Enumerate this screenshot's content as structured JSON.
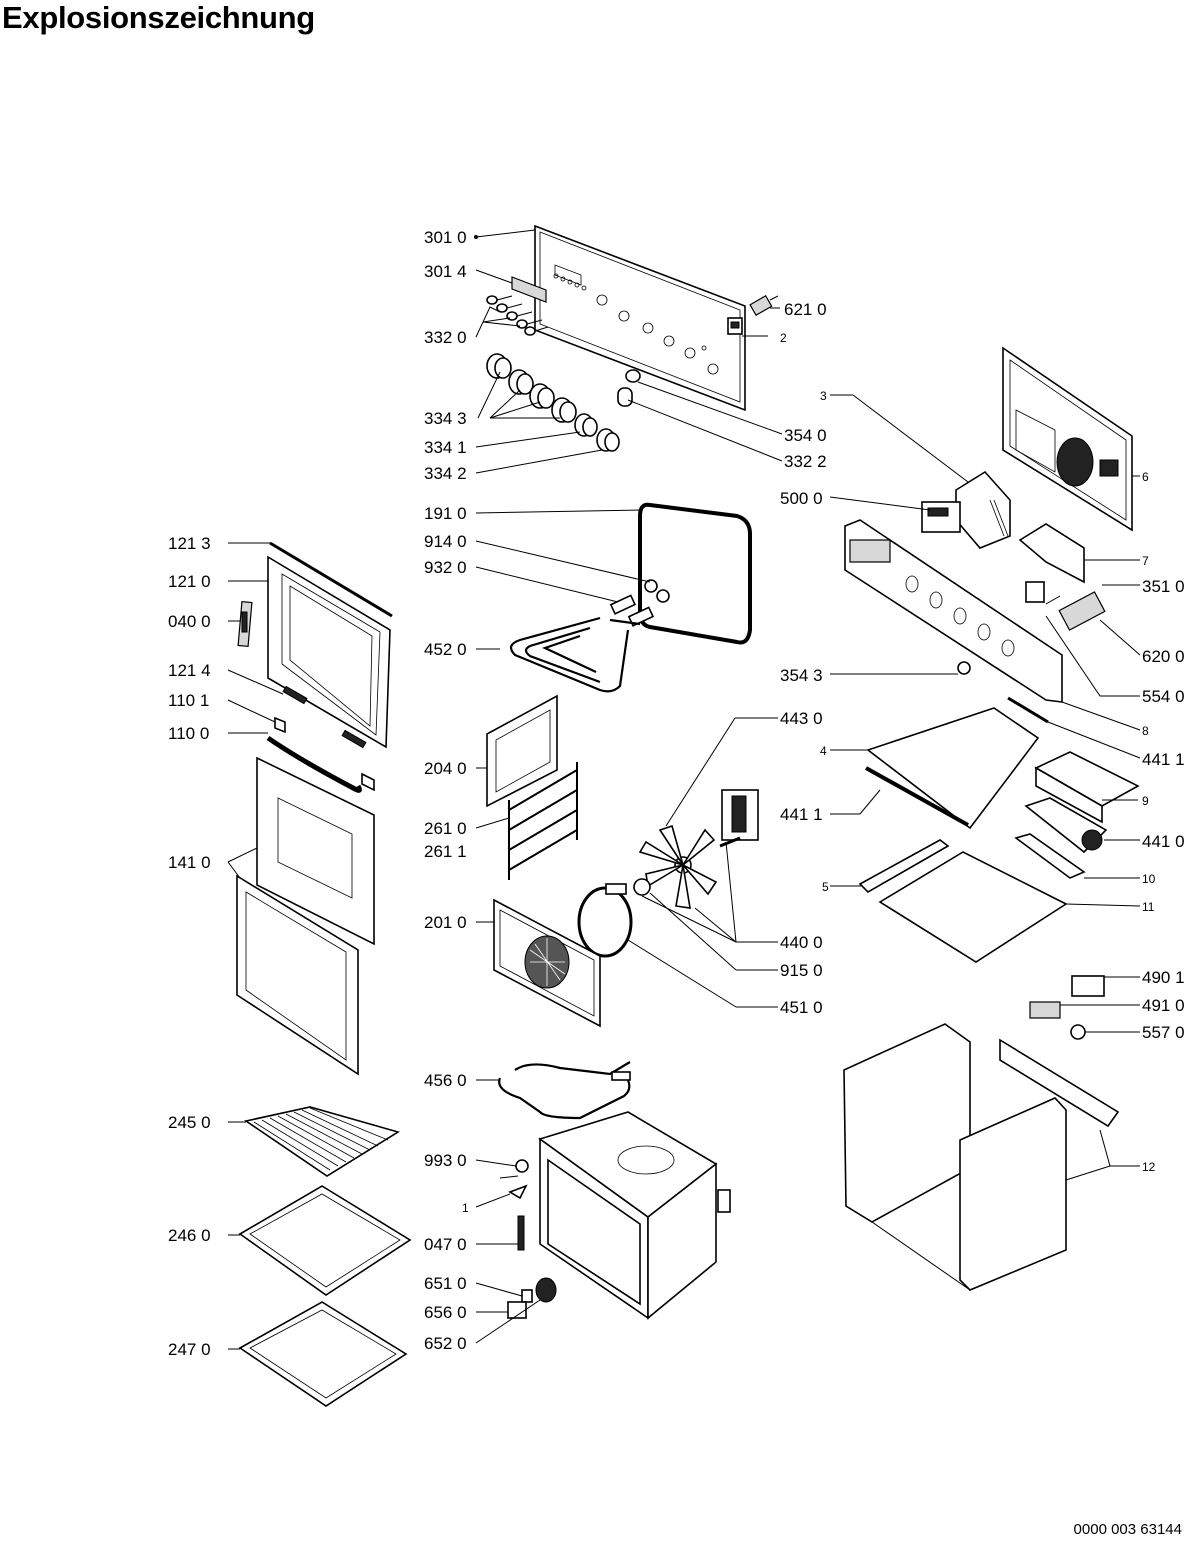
{
  "title": "Explosionszeichnung",
  "document_number": "0000 003 63144",
  "callouts": {
    "c_3010": "301 0",
    "c_3014": "301 4",
    "c_3320": "332 0",
    "c_6210": "621 0",
    "c_2": "2",
    "c_3343": "334 3",
    "c_3341": "334 1",
    "c_3342": "334 2",
    "c_3540": "354 0",
    "c_3322": "332 2",
    "c_3": "3",
    "c_6": "6",
    "c_5000": "500 0",
    "c_7": "7",
    "c_3510": "351 0",
    "c_6200": "620 0",
    "c_5540": "554 0",
    "c_3543": "354 3",
    "c_8": "8",
    "c_4411a": "441 1",
    "c_4": "4",
    "c_4411b": "441 1",
    "c_9": "9",
    "c_4410": "441 0",
    "c_5": "5",
    "c_10": "10",
    "c_11": "11",
    "c_1910": "191 0",
    "c_9140": "914 0",
    "c_9320": "932 0",
    "c_4520": "452 0",
    "c_1213": "121 3",
    "c_1210": "121 0",
    "c_0400": "040 0",
    "c_1214": "121 4",
    "c_1101": "110 1",
    "c_1100": "110 0",
    "c_1410": "141 0",
    "c_2040": "204 0",
    "c_2610": "261 0",
    "c_2611": "261 1",
    "c_4430": "443 0",
    "c_4400": "440 0",
    "c_9150": "915 0",
    "c_4510": "451 0",
    "c_2010": "201 0",
    "c_4901": "490 1",
    "c_4910": "491 0",
    "c_5570": "557 0",
    "c_12": "12",
    "c_4560": "456 0",
    "c_2450": "245 0",
    "c_9930": "993 0",
    "c_1": "1",
    "c_0470": "047 0",
    "c_2460": "246 0",
    "c_6510": "651 0",
    "c_6560": "656 0",
    "c_6520": "652 0",
    "c_2470": "247 0"
  }
}
